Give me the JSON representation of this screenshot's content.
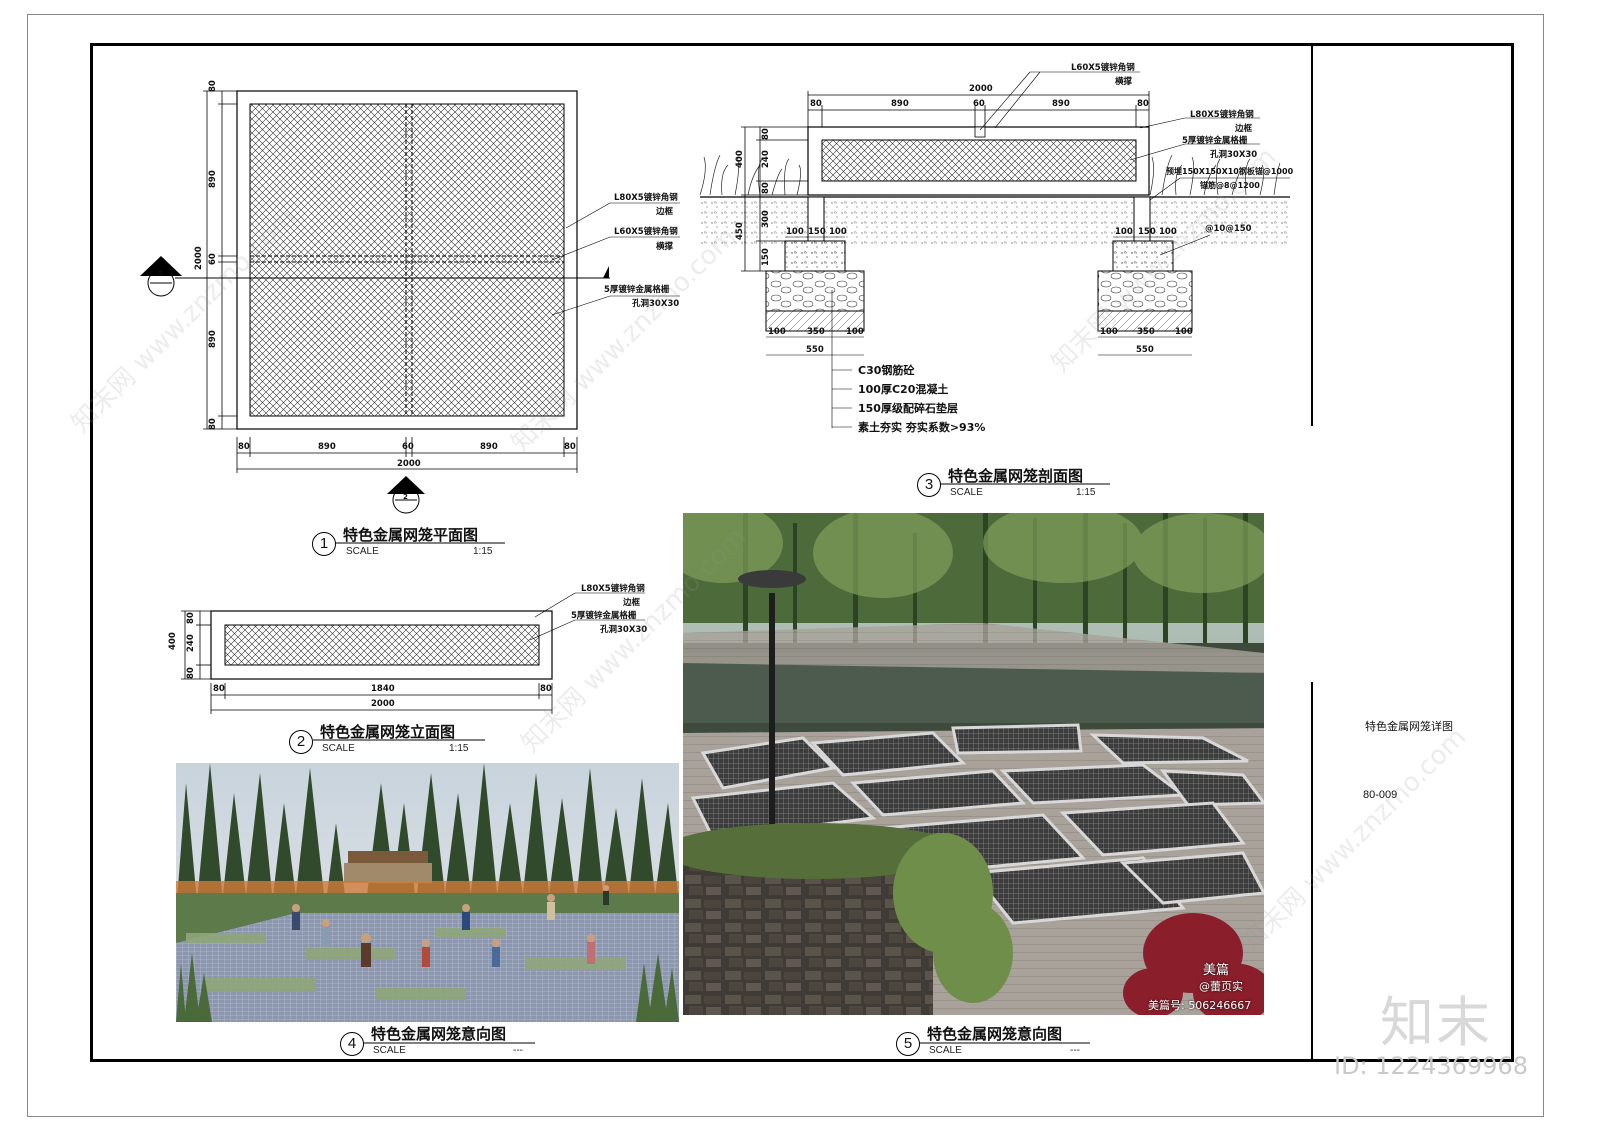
{
  "drawings": {
    "d1": {
      "number": "1",
      "title": "特色金属网笼平面图",
      "scale_label": "SCALE",
      "ratio": "1:15",
      "dims_vertical": [
        "80",
        "890",
        "2000",
        "60",
        "890",
        "80"
      ],
      "dims_horizontal": [
        "80",
        "890",
        "60",
        "890",
        "80"
      ],
      "dim_total": "2000",
      "section_mark_left": "3",
      "section_mark_bottom": "2",
      "annotations": [
        "L80X5镀锌角钢",
        "边框",
        "L60X5镀锌角钢",
        "横撑",
        "5厚镀锌金属格栅",
        "孔洞30X30"
      ]
    },
    "d2": {
      "number": "2",
      "title": "特色金属网笼立面图",
      "scale_label": "SCALE",
      "ratio": "1:15",
      "dims_vertical": [
        "400",
        "80",
        "240",
        "80"
      ],
      "dims_horizontal": [
        "80",
        "1840",
        "80"
      ],
      "dim_total": "2000",
      "annotations": [
        "L80X5镀锌角钢",
        "边框",
        "5厚镀锌金属格栅",
        "孔洞30X30"
      ]
    },
    "d3": {
      "number": "3",
      "title": "特色金属网笼剖面图",
      "scale_label": "SCALE",
      "ratio": "1:15",
      "dims_top": [
        "2000",
        "80",
        "890",
        "60",
        "890",
        "80"
      ],
      "dims_left": [
        "80",
        "400",
        "240",
        "80",
        "300",
        "450",
        "150"
      ],
      "dims_footing": [
        "100",
        "150",
        "100",
        "100",
        "350",
        "100",
        "550"
      ],
      "dims_footing_right": [
        "100",
        "150",
        "100",
        "100",
        "350",
        "100",
        "550"
      ],
      "annotations_top": [
        "L60X5镀锌角钢",
        "横撑"
      ],
      "annotations_right": [
        "L80X5镀锌角钢",
        "边框",
        "5厚镀锌金属格栅",
        "孔洞30X30",
        "预埋150X150X10钢板锚@1000",
        "锚筋@8@1200",
        "@10@150"
      ],
      "materials": [
        "C30钢筋砼",
        "100厚C20混凝土",
        "150厚级配碎石垫层",
        "素土夯实  夯实系数>93%"
      ]
    },
    "d4": {
      "number": "4",
      "title": "特色金属网笼意向图",
      "scale_label": "SCALE",
      "ratio": "---"
    },
    "d5": {
      "number": "5",
      "title": "特色金属网笼意向图",
      "scale_label": "SCALE",
      "ratio": "---",
      "photo_caption_1": "美篇",
      "photo_caption_2": "@蕾页实",
      "photo_caption_3": "美篇号: 506246667"
    }
  },
  "sidebar": {
    "sheet_title": "特色金属网笼详图",
    "sheet_number": "80-009"
  },
  "branding": {
    "logo_text": "知末",
    "id_text": "ID: 1224369968",
    "watermark": "知末网 www.znzmo.com"
  }
}
